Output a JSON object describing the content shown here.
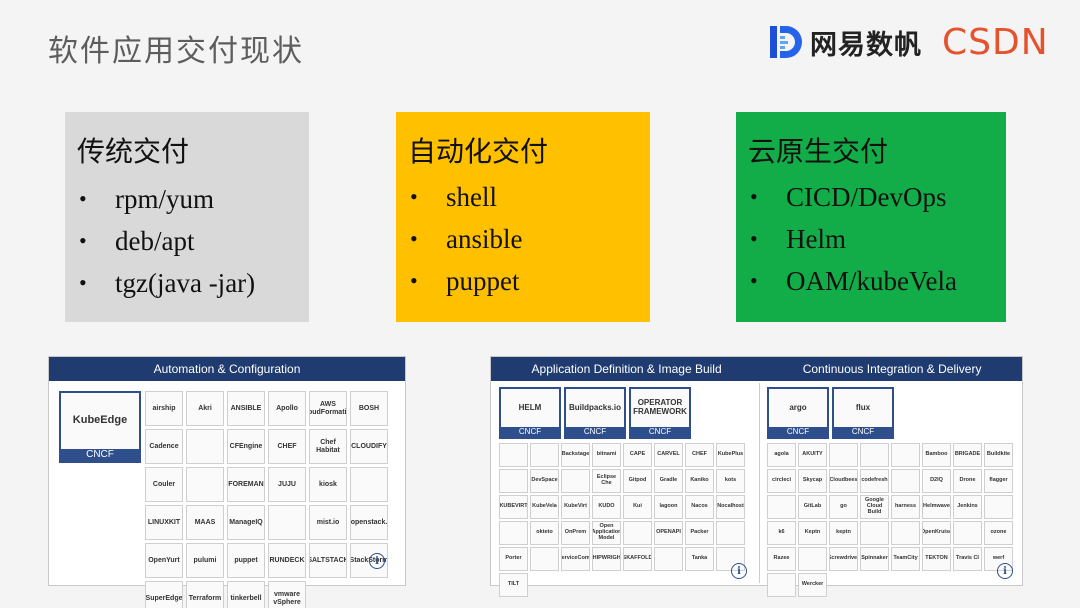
{
  "slide": {
    "title": "软件应用交付现状",
    "logo_netease": "网易数帆",
    "logo_csdn": "CSDN"
  },
  "colors": {
    "traditional": "#d9d9d9",
    "automation": "#ffc000",
    "cloud_native": "#12ad48",
    "panel_header": "#1f3b70",
    "csdn": "#e6522c"
  },
  "cards": [
    {
      "title": "传统交付",
      "items": [
        "rpm/yum",
        "deb/apt",
        "tgz(java -jar)"
      ]
    },
    {
      "title": "自动化交付",
      "items": [
        "shell",
        "ansible",
        "puppet"
      ]
    },
    {
      "title": "云原生交付",
      "items": [
        "CICD/DevOps",
        "Helm",
        "OAM/kubeVela"
      ]
    }
  ],
  "landscape_left": {
    "header": "Automation & Configuration",
    "featured": {
      "name": "KubeEdge",
      "badge": "CNCF"
    },
    "tiles": [
      "airship",
      "Akri",
      "ANSIBLE",
      "Apollo",
      "AWS CloudFormation",
      "BOSH",
      "Cadence",
      "",
      "CFEngine",
      "CHEF",
      "Chef Habitat",
      "CLOUDIFY",
      "Couler",
      "",
      "FOREMAN",
      "JUJU",
      "kiosk",
      "",
      "LINUXKIT",
      "MAAS",
      "ManageIQ",
      "",
      "mist.io",
      "openstack.",
      "OpenYurt",
      "pulumi",
      "puppet",
      "RUNDECK",
      "SALTSTACK",
      "StackStorm",
      "SuperEdge",
      "Terraform",
      "tinkerbell",
      "vmware vSphere"
    ],
    "info_icon": "i"
  },
  "landscape_right": {
    "header_left": "Application Definition & Image Build",
    "header_right": "Continuous Integration & Delivery",
    "featured_left": [
      {
        "name": "HELM",
        "badge": "CNCF"
      },
      {
        "name": "Buildpacks.io",
        "badge": "CNCF"
      },
      {
        "name": "OPERATOR FRAMEWORK",
        "badge": "CNCF"
      }
    ],
    "featured_right": [
      {
        "name": "argo",
        "badge": "CNCF"
      },
      {
        "name": "flux",
        "badge": "CNCF"
      }
    ],
    "tiles_left": [
      "",
      "",
      "Backstage",
      "bitnami",
      "CAPE",
      "CARVEL",
      "CHEF",
      "KubePlus",
      "",
      "DevSpace",
      "",
      "Eclipse Che",
      "Gitpod",
      "Gradle",
      "Kaniko",
      "kots",
      "KUBEVIRT",
      "KubeVela",
      "KubeVirt",
      "KUDO",
      "Kui",
      "lagoon",
      "Nacos",
      "Nocalhost",
      "",
      "okteto",
      "OnPrem",
      "Open Application Model",
      "",
      "OPENAPI",
      "Packer",
      "",
      "Porter",
      "",
      "ServiceComb",
      "SHIPWRIGHT",
      "SKAFFOLD",
      "",
      "Tanka",
      "",
      "TILT"
    ],
    "tiles_right": [
      "agola",
      "AKUITY",
      "",
      "",
      "",
      "Bamboo",
      "BRIGADE",
      "Buildkite",
      "circleci",
      "Skycap",
      "Cloudbees",
      "codefresh",
      "",
      "D2IQ",
      "Drone",
      "flagger",
      "",
      "GitLab",
      "go",
      "Google Cloud Build",
      "harness",
      "Helmwave",
      "Jenkins",
      "",
      "k6",
      "Keptn",
      "keptn",
      "",
      "",
      "OpenKruise",
      "",
      "ozone",
      "Razee",
      "",
      "Screwdriver",
      "Spinnaker",
      "TeamCity",
      "TEKTON",
      "Travis CI",
      "werf",
      "",
      "Wercker"
    ],
    "info_icon": "i"
  }
}
